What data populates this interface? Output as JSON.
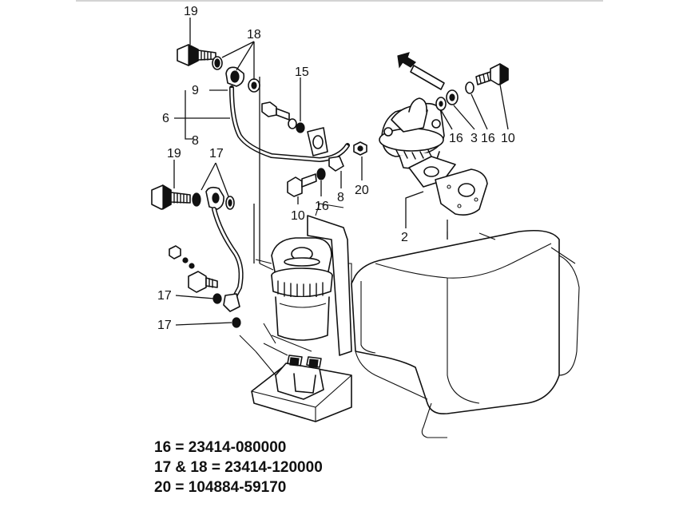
{
  "callouts": {
    "c19a": "19",
    "c18": "18",
    "c15": "15",
    "c9": "9",
    "c6": "6",
    "c8a": "8",
    "c19b": "19",
    "c17a": "17",
    "c17b": "17",
    "c17c": "17",
    "c10a": "10",
    "c16a": "16",
    "c8b": "8",
    "c20": "20",
    "c16b": "16",
    "c3": "3",
    "c16c": "16",
    "c10b": "10",
    "c2": "2"
  },
  "legend": [
    "16 = 23414-080000",
    "17 & 18 = 23414-120000",
    "20 = 104884-59170"
  ]
}
